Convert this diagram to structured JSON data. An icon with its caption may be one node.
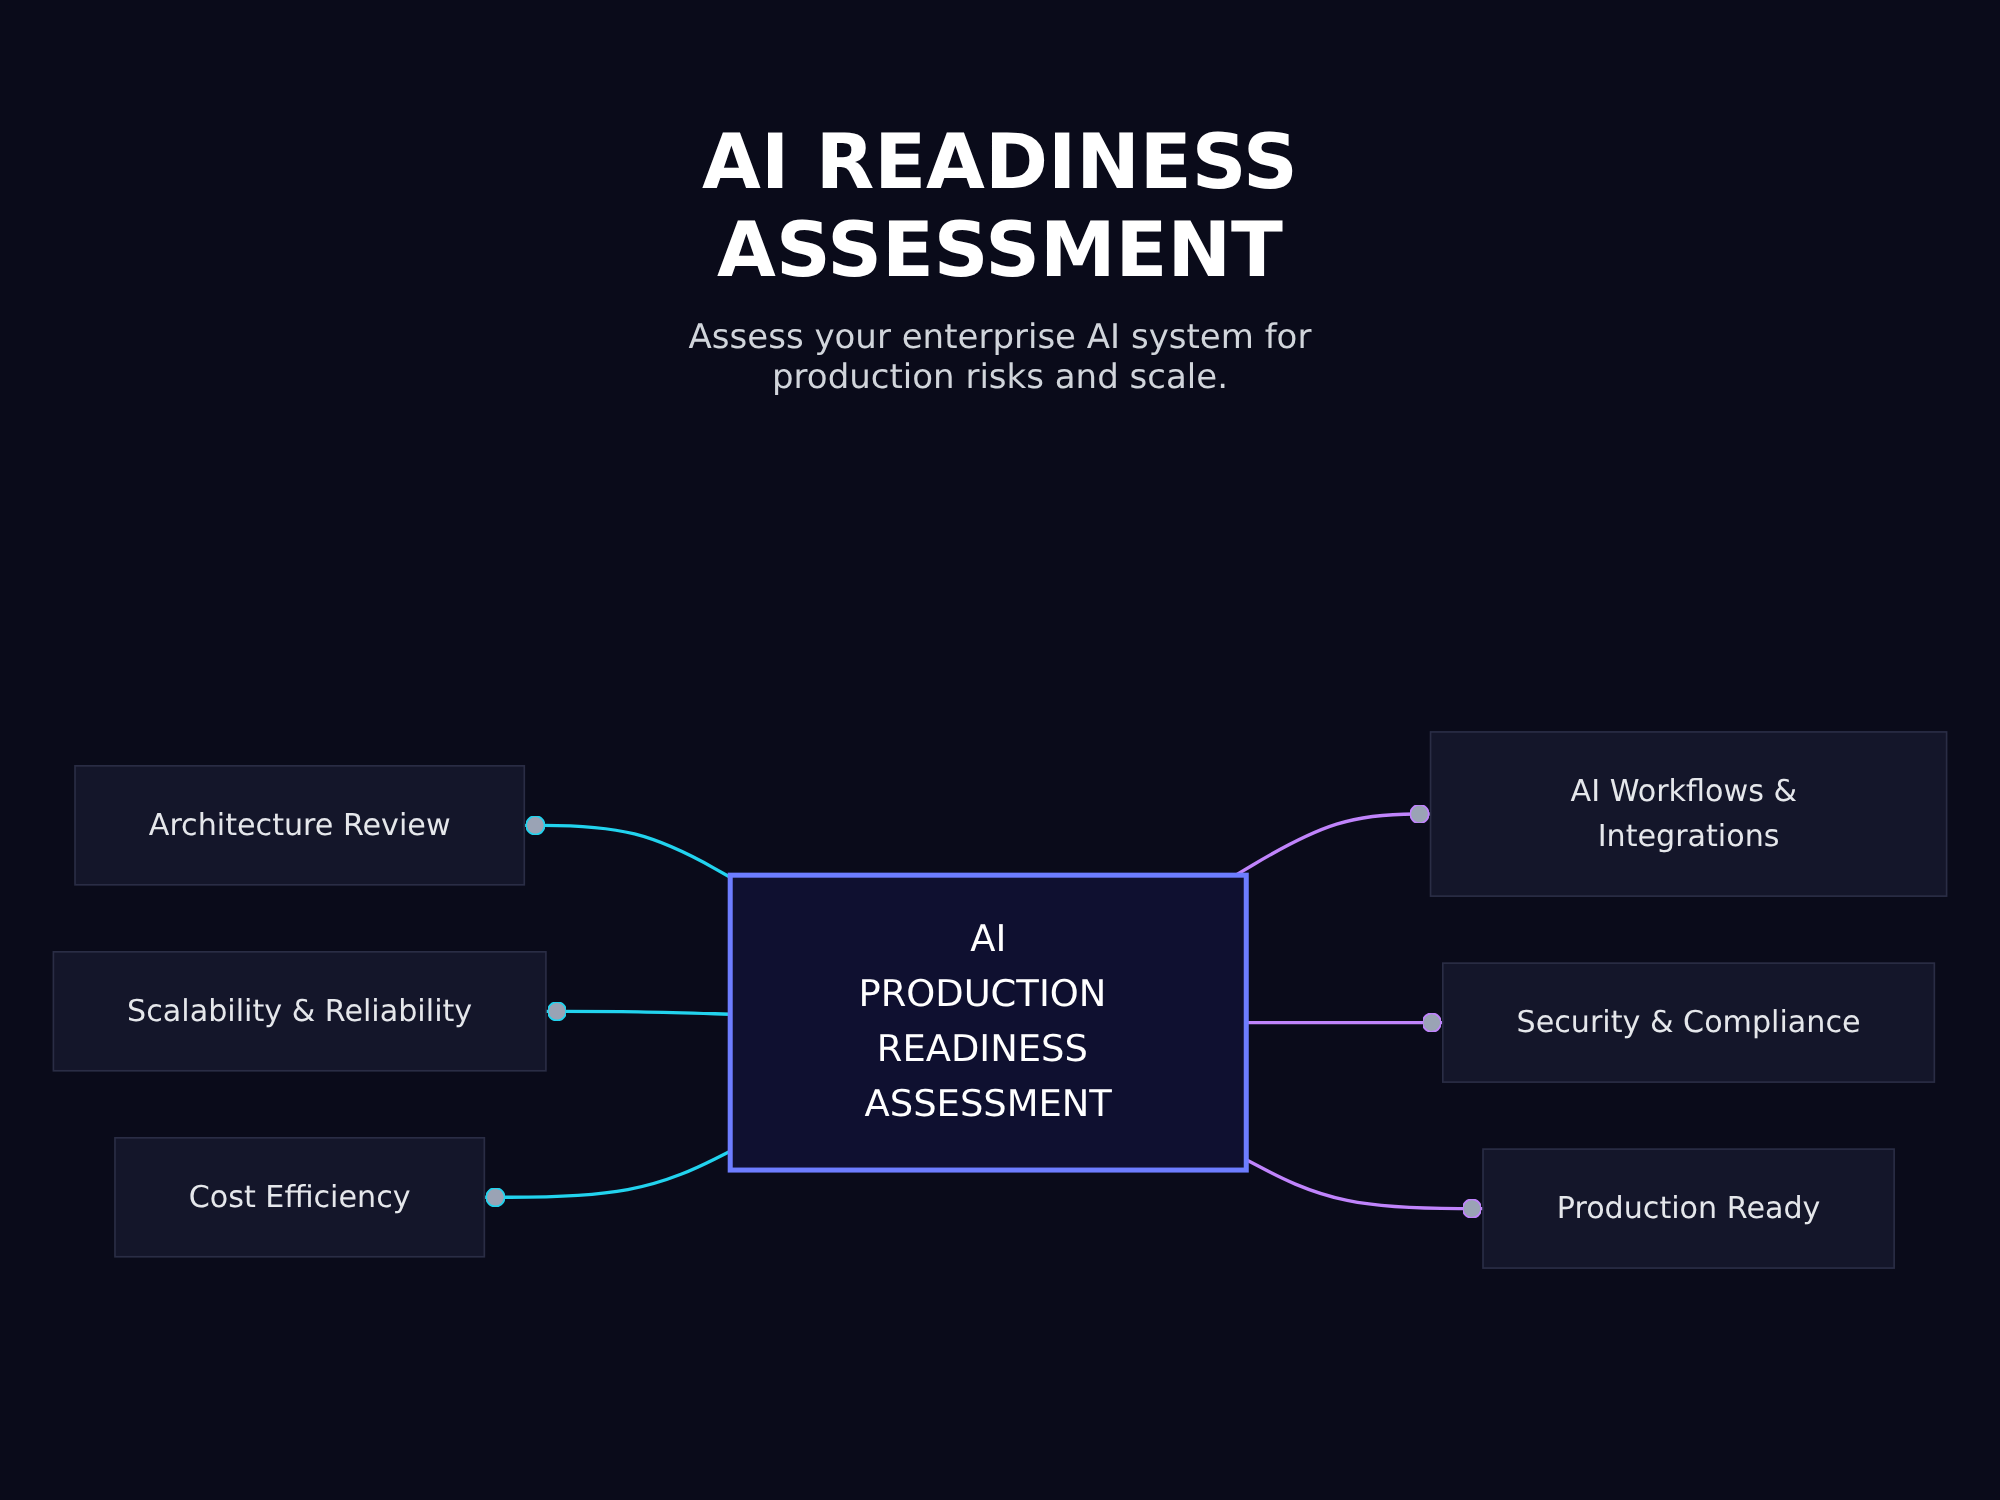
{
  "diagram": {
    "title": "AI READINESS ASSESSMENT",
    "nodes": [
      {
        "text": [
          "AI",
          "PRODUCTION READINESS ASSESSMENT"
        ]
      },
      {
        "text": [
          "Architecture Review"
        ]
      },
      {
        "text": [
          "Scalability & Reliability"
        ]
      },
      {
        "text": [
          "Cost Efficiency"
        ]
      },
      {
        "text": [
          "AI Workflows & Integrations"
        ]
      },
      {
        "text": [
          "Security & Compliance"
        ]
      },
      {
        "text": [
          "Production Ready"
        ]
      }
    ],
    "edges": [
      {
        "from": 0,
        "to": 1,
        "arrow": "other",
        "color": "#22d3ee"
      },
      {
        "from": 0,
        "to": 2,
        "arrow": "other",
        "color": "#22d3ee"
      },
      {
        "from": 0,
        "to": 3,
        "arrow": "other",
        "color": "#22d3ee"
      },
      {
        "from": 0,
        "to": 4,
        "arrow": "other",
        "color": "#c084fc"
      },
      {
        "from": 0,
        "to": 5,
        "arrow": "other",
        "color": "#c084fc"
      },
      {
        "from": 0,
        "to": 6,
        "arrow": "other",
        "color": "#c084fc"
      }
    ],
    "labels": [
      "Assess your enterprise AI system for production risks and scale."
    ]
  }
}
